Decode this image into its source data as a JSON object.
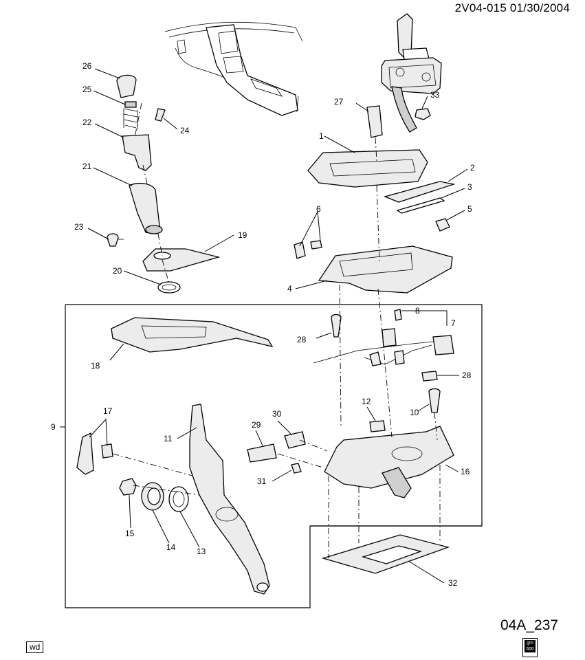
{
  "header": {
    "doc_ref": "2V04-015 01/30/2004"
  },
  "footer": {
    "figure_id": "04A_237",
    "wd_badge": "wd",
    "gm_badge": "gm spo"
  },
  "callouts": [
    "1",
    "2",
    "3",
    "4",
    "5",
    "6",
    "7",
    "8",
    "9",
    "10",
    "11",
    "12",
    "13",
    "14",
    "15",
    "16",
    "17",
    "18",
    "19",
    "20",
    "21",
    "22",
    "23",
    "24",
    "25",
    "26",
    "27",
    "28",
    "28",
    "29",
    "30",
    "31",
    "32",
    "33"
  ],
  "colors": {
    "line": "#000000",
    "part_fill": "#ececec",
    "part_shade": "#cfcfcf"
  }
}
